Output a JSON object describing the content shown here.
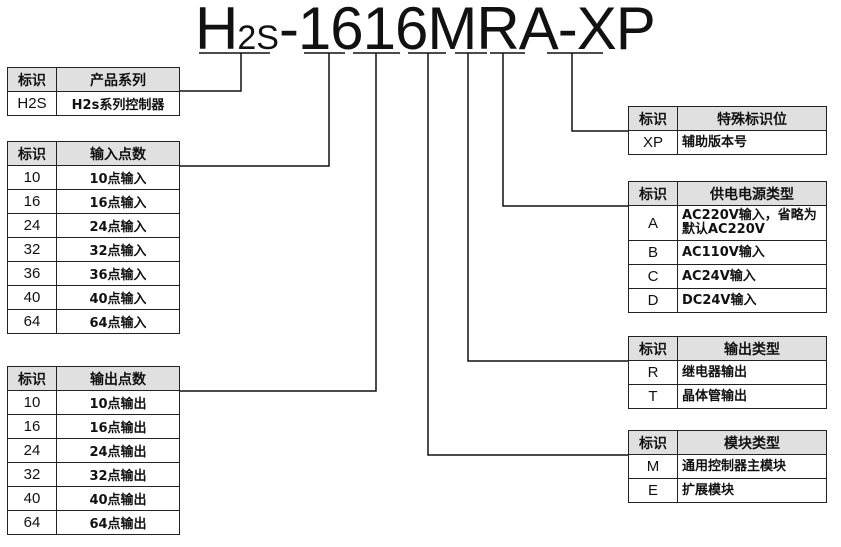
{
  "title": {
    "parts": [
      "H",
      "2S",
      "-1616MRA-XP"
    ]
  },
  "tables": {
    "series": {
      "header": [
        "标识",
        "产品系列"
      ],
      "rows": [
        [
          "H2S",
          "H2s系列控制器"
        ]
      ]
    },
    "inputs": {
      "header": [
        "标识",
        "输入点数"
      ],
      "rows": [
        [
          "10",
          "10点输入"
        ],
        [
          "16",
          "16点输入"
        ],
        [
          "24",
          "24点输入"
        ],
        [
          "32",
          "32点输入"
        ],
        [
          "36",
          "36点输入"
        ],
        [
          "40",
          "40点输入"
        ],
        [
          "64",
          "64点输入"
        ]
      ]
    },
    "outputs": {
      "header": [
        "标识",
        "输出点数"
      ],
      "rows": [
        [
          "10",
          "10点输出"
        ],
        [
          "16",
          "16点输出"
        ],
        [
          "24",
          "24点输出"
        ],
        [
          "32",
          "32点输出"
        ],
        [
          "40",
          "40点输出"
        ],
        [
          "64",
          "64点输出"
        ]
      ]
    },
    "special": {
      "header": [
        "标识",
        "特殊标识位"
      ],
      "rows": [
        [
          "XP",
          "辅助版本号"
        ]
      ]
    },
    "power": {
      "header": [
        "标识",
        "供电电源类型"
      ],
      "rows": [
        [
          "A",
          "AC220V输入，省略为默认AC220V"
        ],
        [
          "B",
          "AC110V输入"
        ],
        [
          "C",
          "AC24V输入"
        ],
        [
          "D",
          "DC24V输入"
        ]
      ]
    },
    "output_type": {
      "header": [
        "标识",
        "输出类型"
      ],
      "rows": [
        [
          "R",
          "继电器输出"
        ],
        [
          "T",
          "晶体管输出"
        ]
      ]
    },
    "module": {
      "header": [
        "标识",
        "模块类型"
      ],
      "rows": [
        [
          "M",
          "通用控制器主模块"
        ],
        [
          "E",
          "扩展模块"
        ]
      ]
    }
  }
}
